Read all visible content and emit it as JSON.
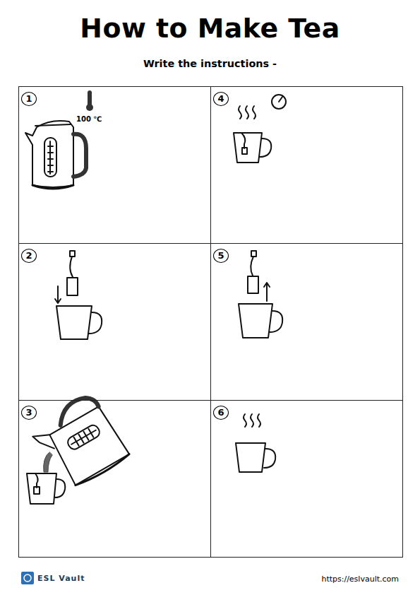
{
  "diagram": {
    "title": "How to Make Tea",
    "nodes": [
      {
        "text": [
          "1"
        ]
      },
      {
        "text": [
          "4"
        ]
      },
      {
        "text": [
          "2"
        ]
      },
      {
        "text": [
          "5"
        ]
      },
      {
        "text": [
          "3"
        ]
      },
      {
        "text": [
          "6"
        ]
      }
    ],
    "labels": [
      "Write the instructions -",
      "100 ℃",
      "ESL Vault",
      "https://eslvault.com"
    ]
  }
}
